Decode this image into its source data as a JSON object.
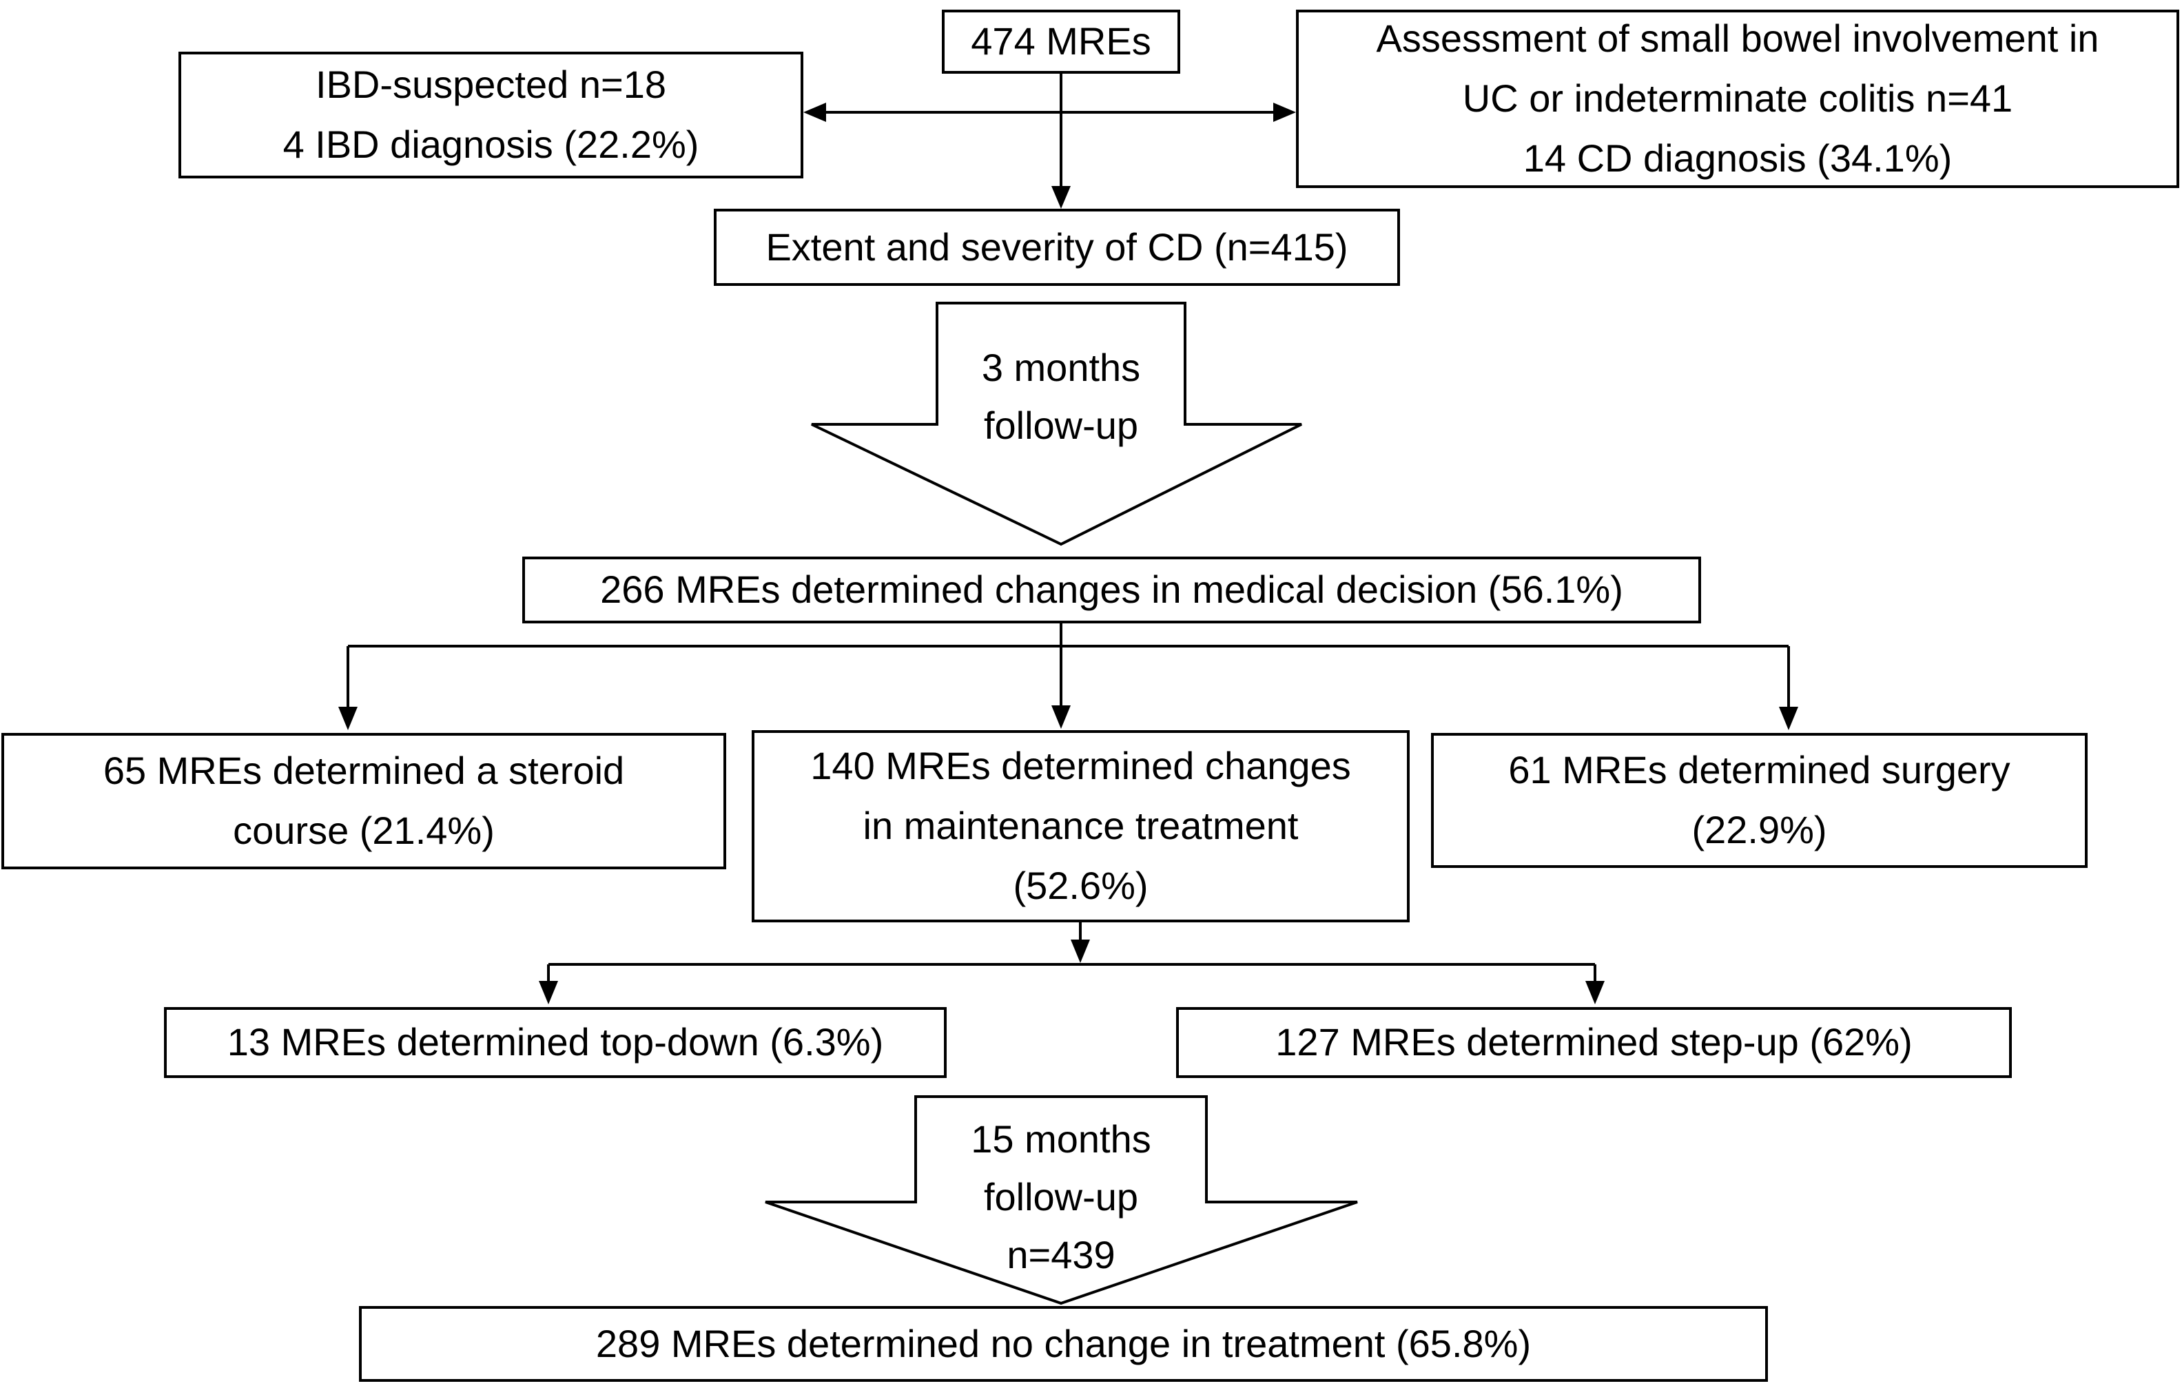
{
  "nodes": {
    "mres474": {
      "label": "474 MREs"
    },
    "ibd_suspected": {
      "label": "IBD-suspected n=18\n4 IBD diagnosis (22.2%)"
    },
    "uc_assessment": {
      "label": "Assessment of small bowel involvement in\nUC or indeterminate colitis n=41\n14 CD diagnosis (34.1%)"
    },
    "extent_severity": {
      "label": "Extent and severity of CD (n=415)"
    },
    "followup_3m": {
      "label": "3 months\nfollow-up"
    },
    "decision_266": {
      "label": "266 MREs determined changes in medical decision (56.1%)"
    },
    "steroid_65": {
      "label": "65 MREs determined a steroid\ncourse (21.4%)"
    },
    "maintenance_140": {
      "label": "140 MREs determined changes\nin maintenance treatment\n(52.6%)"
    },
    "surgery_61": {
      "label": "61 MREs determined surgery\n(22.9%)"
    },
    "topdown_13": {
      "label": "13 MREs determined top-down (6.3%)"
    },
    "stepup_127": {
      "label": "127 MREs determined step-up (62%)"
    },
    "followup_15m": {
      "label": "15 months\nfollow-up\nn=439"
    },
    "nochange_289": {
      "label": "289 MREs determined no change in treatment (65.8%)"
    }
  },
  "colors": {
    "background": "#ffffff",
    "line": "#000000",
    "box_border": "#000000",
    "text": "#000000"
  }
}
